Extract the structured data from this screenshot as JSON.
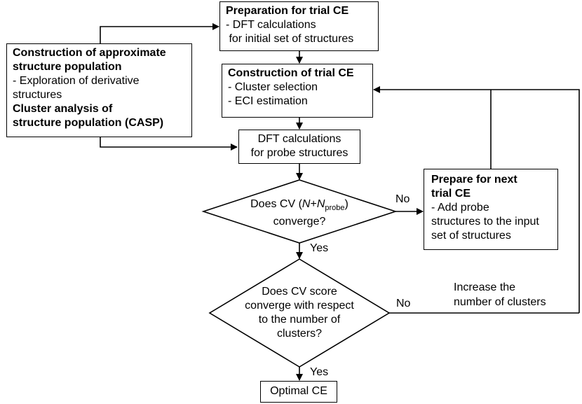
{
  "prep": {
    "title": "Preparation for trial CE",
    "line1": "- DFT calculations",
    "line2": " for initial set of structures"
  },
  "casp": {
    "title1": "Construction of approximate",
    "title2": "structure population",
    "line1": "- Exploration of derivative",
    "line2": "structures",
    "title3": "Cluster analysis of",
    "title4": "structure population (CASP)"
  },
  "trial": {
    "title": "Construction of trial CE",
    "line1": "- Cluster selection",
    "line2": "- ECI estimation"
  },
  "probe": {
    "line1": "DFT calculations",
    "line2": "for probe structures"
  },
  "decision1": {
    "prefix": "Does CV (",
    "n": "N",
    "plus": "+",
    "n2": "N",
    "sub": "probe",
    "suffix": ")",
    "line2": "converge?"
  },
  "decision2": {
    "line1": "Does CV score",
    "line2": "converge with respect",
    "line3": "to the number of",
    "line4": "clusters?"
  },
  "next": {
    "title1": "Prepare for next",
    "title2": "trial CE",
    "line1": "- Add probe",
    "line2": "structures to the input",
    "line3": "set of structures"
  },
  "labels": {
    "no1": "No",
    "yes1": "Yes",
    "no2": "No",
    "yes2": "Yes",
    "increase1": "Increase the",
    "increase2": "number of clusters"
  },
  "optimal": {
    "label": "Optimal CE"
  }
}
